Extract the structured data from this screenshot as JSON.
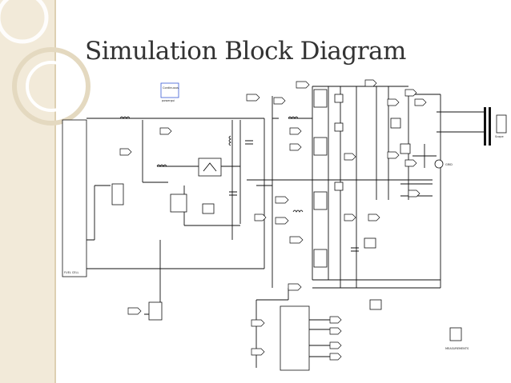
{
  "slide": {
    "title": "Simulation Block Diagram"
  },
  "diagram": {
    "labels": {
      "fuel_cell": "FUEL CELL",
      "grid": "GRID",
      "measurements": "MEASUREMENTS",
      "scope": "Scope",
      "continuous": "Continuous",
      "powergui": "powergui"
    }
  },
  "theme": {
    "sidebar": "#f2ead9",
    "accent_line": "#ddd0b2",
    "title_color": "#333333",
    "powergui_color": "#3b5bd6"
  }
}
